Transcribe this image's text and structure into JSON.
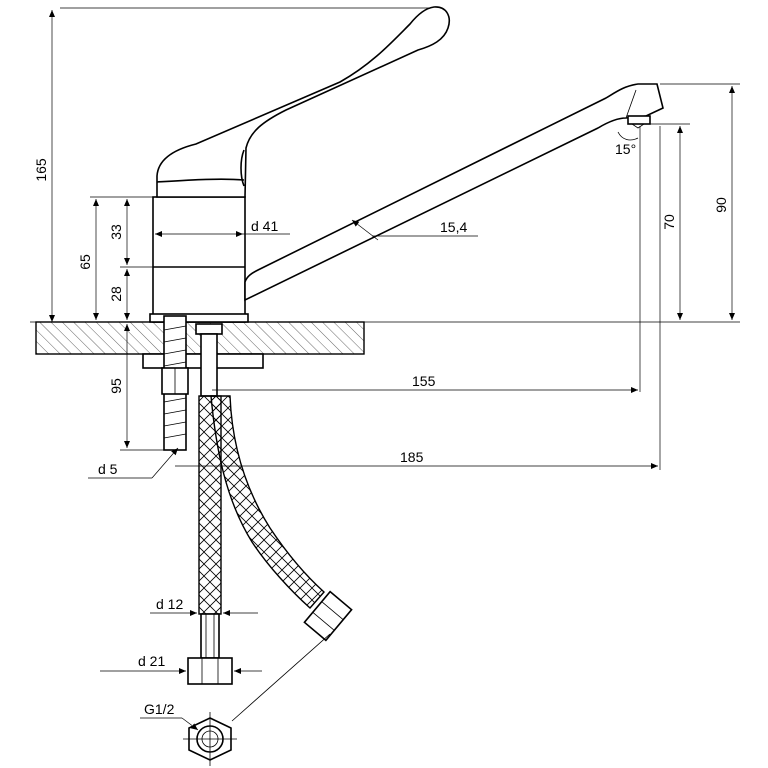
{
  "dimensions": {
    "overall_height": "165",
    "body_lower_height": "65",
    "upper_ring": "33",
    "lower_ring": "28",
    "body_diameter": "d 41",
    "spout_diameter": "15,4",
    "spout_angle": "15°",
    "aerator_height": "70",
    "spout_height": "90",
    "stud_length": "95",
    "aerator_reach": "155",
    "spout_reach": "185",
    "stud_diameter": "d 5",
    "hose_diameter": "d 12",
    "nut_diameter": "d 21",
    "thread": "G1/2"
  }
}
